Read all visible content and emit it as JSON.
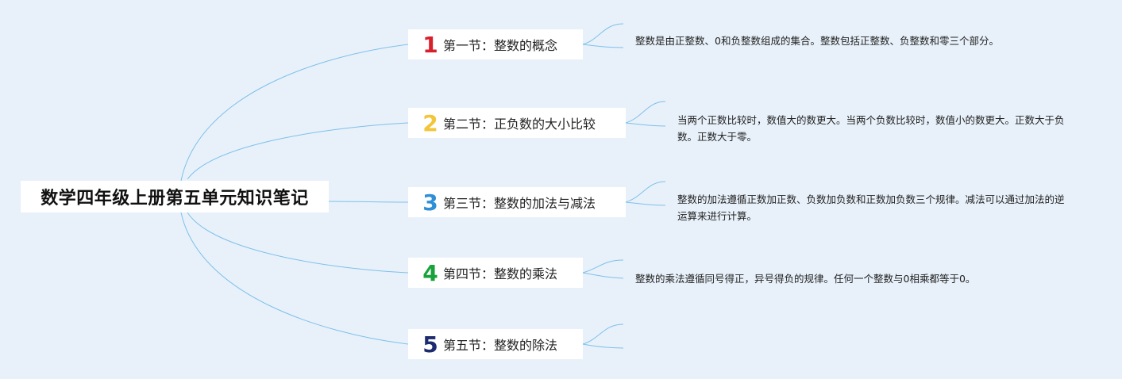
{
  "root": {
    "title": "数学四年级上册第五单元知识笔记"
  },
  "sections": [
    {
      "num": "1",
      "color": "#d8202c",
      "label": "第一节：整数的概念",
      "desc": "整数是由正整数、0和负整数组成的集合。整数包括正整数、负整数和零三个部分。"
    },
    {
      "num": "2",
      "color": "#f2c53a",
      "label": "第二节：正负数的大小比较",
      "desc": "当两个正数比较时，数值大的数更大。当两个负数比较时，数值小的数更大。正数大于负数。正数大于零。"
    },
    {
      "num": "3",
      "color": "#2f8fd6",
      "label": "第三节：整数的加法与减法",
      "desc": "整数的加法遵循正数加正数、负数加负数和正数加负数三个规律。减法可以通过加法的逆运算来进行计算。"
    },
    {
      "num": "4",
      "color": "#17a23a",
      "label": "第四节：整数的乘法",
      "desc": "整数的乘法遵循同号得正，异号得负的规律。任何一个整数与0相乘都等于0。"
    },
    {
      "num": "5",
      "color": "#1c2a6e",
      "label": "第五节：整数的除法",
      "desc": ""
    }
  ],
  "link_color": "#7ec0ea"
}
